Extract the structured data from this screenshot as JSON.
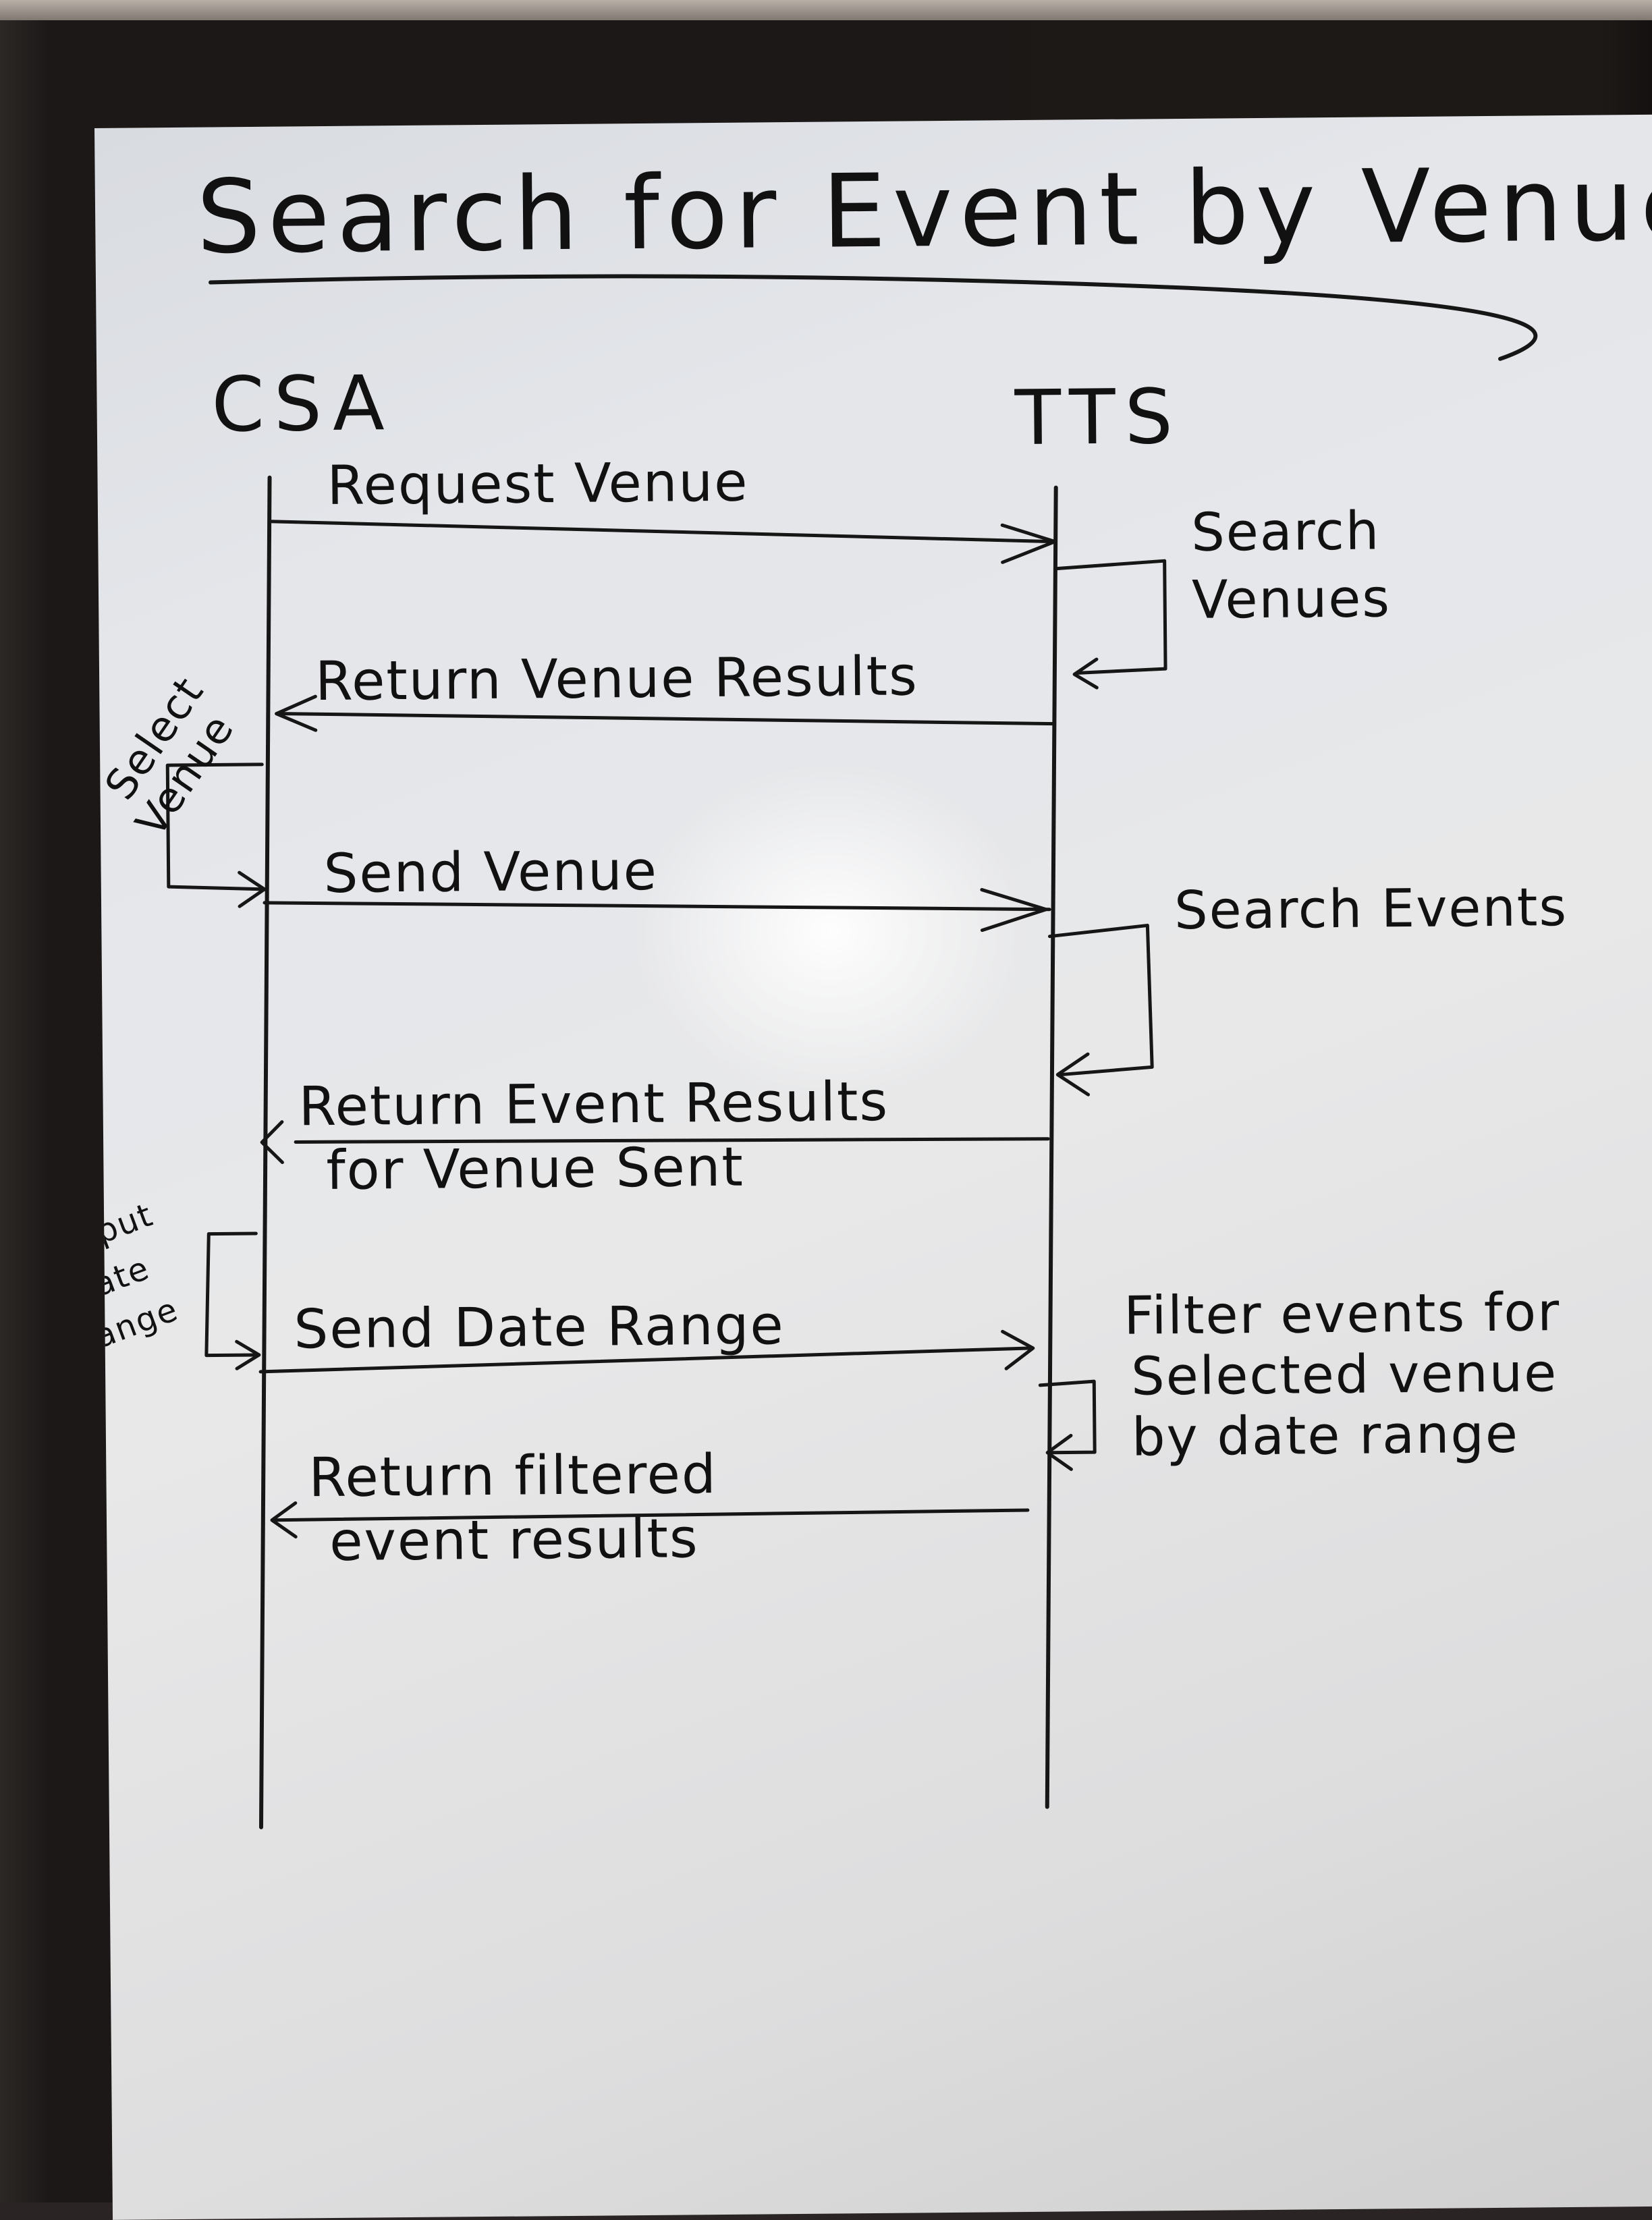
{
  "diagram": {
    "title": "Search for Event by Venue",
    "actors": {
      "left": "CSA",
      "right": "TTS"
    },
    "messages": [
      {
        "label": "Request Venue",
        "direction": "right"
      },
      {
        "label": "Return Venue Results",
        "direction": "left"
      },
      {
        "label": "Send Venue",
        "direction": "right"
      },
      {
        "label": "Return Event Results",
        "label_line2": "for Venue Sent",
        "direction": "left"
      },
      {
        "label": "Send Date Range",
        "direction": "right"
      },
      {
        "label": "Return filtered",
        "label_line2": "event results",
        "direction": "left"
      }
    ],
    "self_calls": {
      "right": [
        {
          "line1": "Search",
          "line2": "Venues"
        },
        {
          "line1": "Search Events"
        },
        {
          "line1": "Filter events for",
          "line2": "Selected venue",
          "line3": "by date range"
        }
      ],
      "left": [
        {
          "line1": "Select",
          "line2": "Venue"
        },
        {
          "line1": "Input",
          "line2": "Date",
          "line3": "Range"
        }
      ]
    }
  }
}
